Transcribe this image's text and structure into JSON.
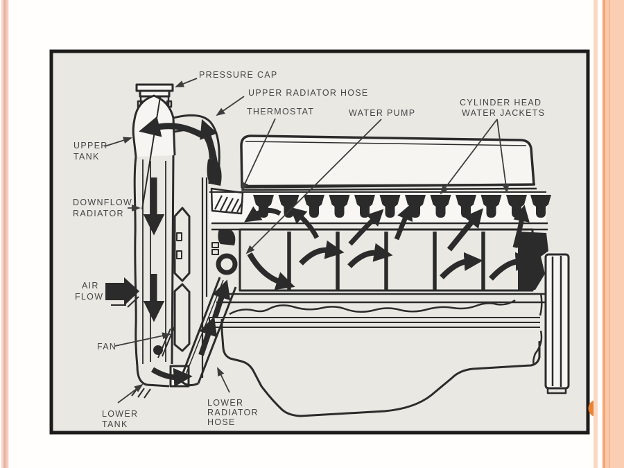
{
  "slide": {
    "background": "#fffefd",
    "accent_circle_color": "#ec8230",
    "left_stripe_colors": [
      "#f6d8cc",
      "#e9b2a0",
      "#f3c6b6",
      "#fbe9e2"
    ],
    "right_stripe_colors": [
      "#f8d8c5",
      "#fbcfb6",
      "#f0a674",
      "#fac8ab",
      "#f6b995",
      "#fbcdb2"
    ]
  },
  "figure": {
    "paper_color": "#e9e8e3",
    "ink_color": "#2b2b2b",
    "label_color": "#454545",
    "labels": {
      "pressure_cap": "PRESSURE CAP",
      "upper_radiator_hose": "UPPER RADIATOR HOSE",
      "thermostat": "THERMOSTAT",
      "water_pump": "WATER PUMP",
      "cylinder_head_1": "CYLINDER HEAD",
      "cylinder_head_2": "WATER JACKETS",
      "upper_tank_1": "UPPER",
      "upper_tank_2": "TANK",
      "downflow_1": "DOWNFLOW",
      "downflow_2": "RADIATOR",
      "air_1": "AIR",
      "air_2": "FLOW",
      "fan": "FAN",
      "lower_tank_1": "LOWER",
      "lower_tank_2": "TANK",
      "lower_hose_1": "LOWER",
      "lower_hose_2": "RADIATOR",
      "lower_hose_3": "HOSE"
    }
  }
}
